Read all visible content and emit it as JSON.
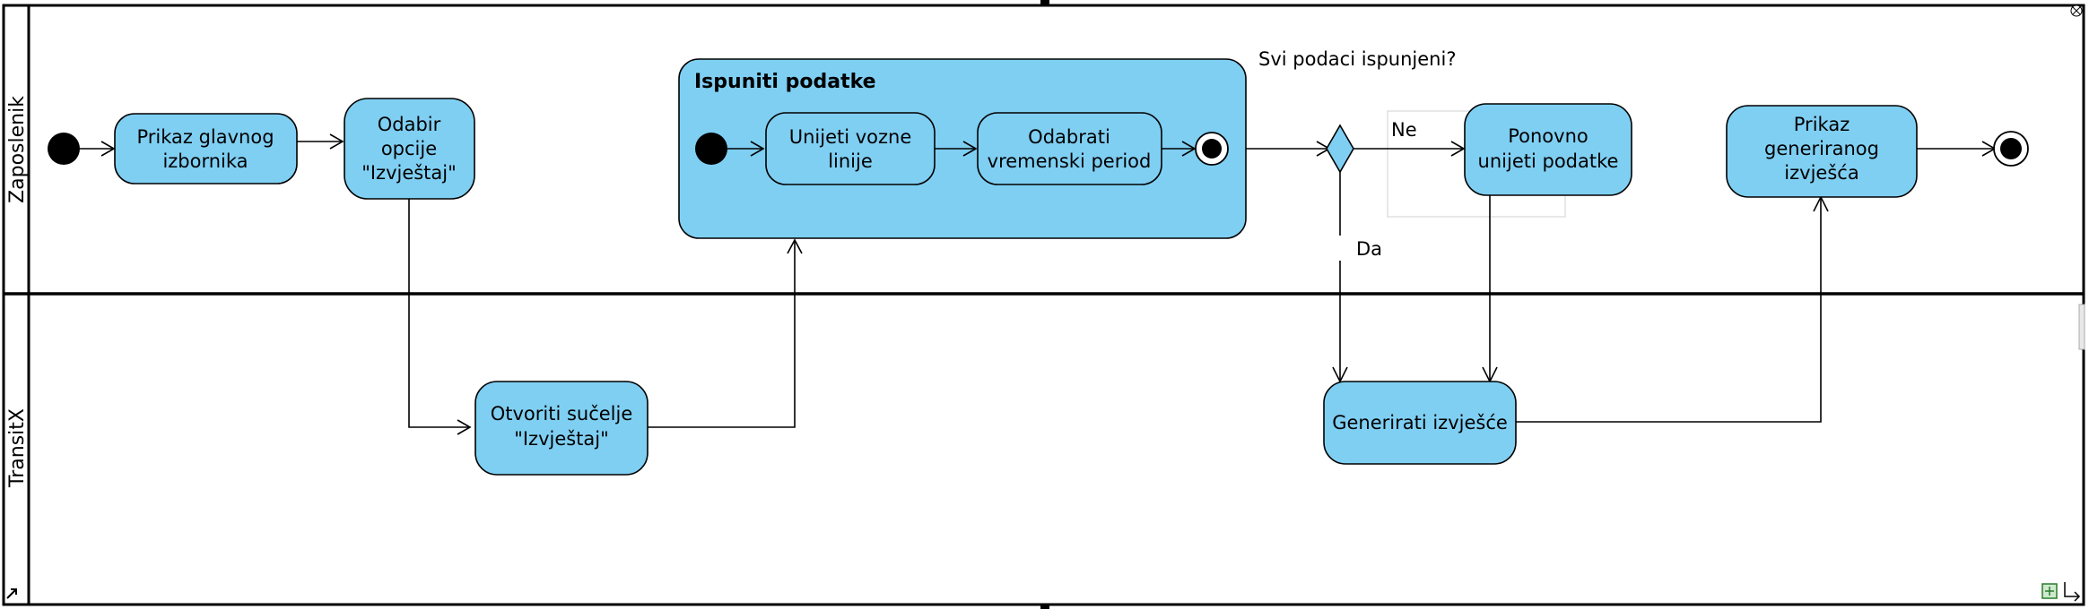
{
  "lanes": [
    {
      "id": "zaposlenik",
      "label": "Zaposlenik"
    },
    {
      "id": "transitx",
      "label": "TransitX"
    }
  ],
  "actions": {
    "prikaz_glavnog": [
      "Prikaz glavnog",
      "izbornika"
    ],
    "odabir_opcije": [
      "Odabir",
      "opcije",
      "\"Izvještaj\""
    ],
    "otvoriti_sucelje": [
      "Otvoriti sučelje",
      "\"Izvještaj\""
    ],
    "unijeti_vozne": [
      "Unijeti vozne",
      "linije"
    ],
    "odabrati_period": [
      "Odabrati",
      "vremenski period"
    ],
    "ponovno_unijeti": [
      "Ponovno",
      "unijeti podatke"
    ],
    "generirati": [
      "Generirati izvješće"
    ],
    "prikaz_generiranog": [
      "Prikaz",
      "generiranog",
      "izvješća"
    ]
  },
  "activity": {
    "title": "Ispuniti podatke"
  },
  "decision": {
    "question": "Svi podaci ispunjeni?",
    "no_label": "Ne",
    "yes_label": "Da"
  },
  "colors": {
    "action_fill": "#7fcff3",
    "border": "#000000",
    "background": "#ffffff"
  }
}
